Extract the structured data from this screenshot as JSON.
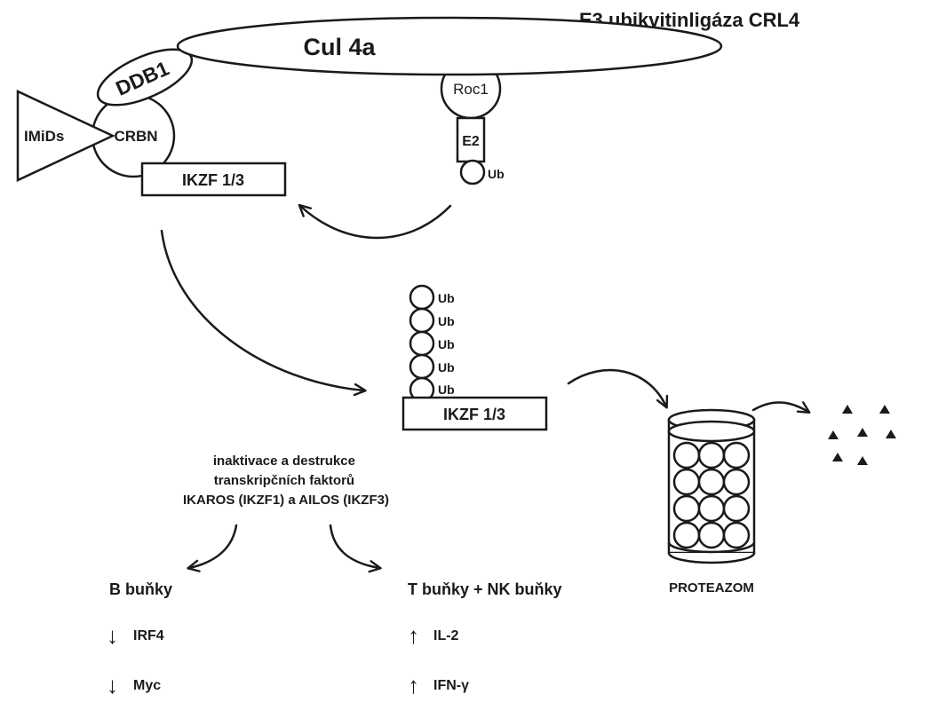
{
  "title": "E3 ubikvitinligáza CRL4",
  "complex": {
    "cul": "Cul 4a",
    "ddb1": "DDB1",
    "roc1": "Roc1",
    "e2": "E2",
    "ub": "Ub",
    "imids": "IMiDs",
    "crbn": "CRBN",
    "substrate": "IKZF 1/3"
  },
  "polyub": {
    "chain": [
      "Ub",
      "Ub",
      "Ub",
      "Ub",
      "Ub"
    ],
    "substrate": "IKZF 1/3"
  },
  "proteasome": {
    "label": "PROTEAZOM"
  },
  "effect": {
    "lines": [
      "inaktivace a destrukce",
      "transkripčních faktorů",
      "IKAROS (IKZF1) a AILOS (IKZF3)"
    ]
  },
  "b_cells": {
    "title": "B buňky",
    "items": [
      {
        "arrow": "↓",
        "label": "IRF4"
      },
      {
        "arrow": "↓",
        "label": "Myc"
      }
    ]
  },
  "t_cells": {
    "title": "T buňky + NK buňky",
    "items": [
      {
        "arrow": "↑",
        "label": "IL-2"
      },
      {
        "arrow": "↑",
        "label": "IFN-γ"
      }
    ]
  }
}
